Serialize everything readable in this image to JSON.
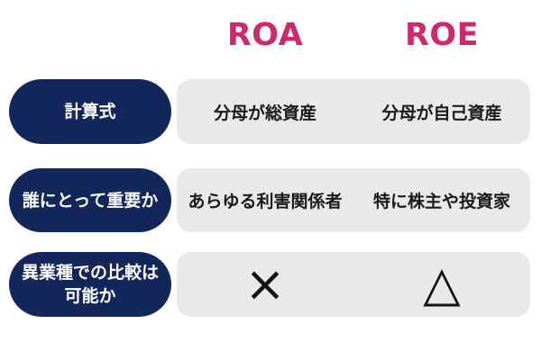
{
  "colors": {
    "header_pink": "#d0286e",
    "pill_navy": "#14275a",
    "panel_gray": "#e9e9e9",
    "cell_text": "#1a1a1a",
    "pill_text": "#ffffff",
    "background": "#ffffff"
  },
  "table": {
    "column_headers": [
      "ROA",
      "ROE"
    ],
    "rows": [
      {
        "label_lines": [
          "計算式",
          ""
        ],
        "cells": [
          "分母が総資産",
          "分母が自己資産"
        ]
      },
      {
        "label_lines": [
          "誰にとって重要か",
          ""
        ],
        "cells": [
          "あらゆる利害関係者",
          "特に株主や投資家"
        ]
      },
      {
        "label_lines": [
          "異業種での比較は",
          "可能か"
        ],
        "cells": [
          "×",
          "△"
        ]
      }
    ]
  }
}
